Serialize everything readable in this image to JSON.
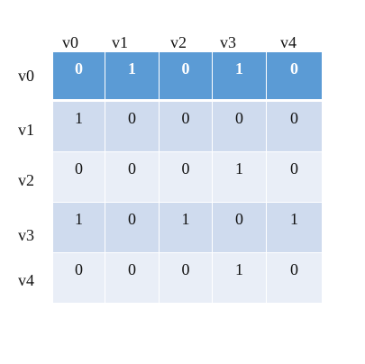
{
  "columns": [
    "v0",
    "v1",
    "v2",
    "v3",
    "v4"
  ],
  "rows": [
    "v0",
    "v1",
    "v2",
    "v3",
    "v4"
  ],
  "matrix": [
    [
      "0",
      "1",
      "0",
      "1",
      "0"
    ],
    [
      "1",
      "0",
      "0",
      "0",
      "0"
    ],
    [
      "0",
      "0",
      "0",
      "1",
      "0"
    ],
    [
      "1",
      "0",
      "1",
      "0",
      "1"
    ],
    [
      "0",
      "0",
      "0",
      "1",
      "0"
    ]
  ],
  "colors": {
    "header_row": "#5b9bd5",
    "band_dark": "#cfdbee",
    "band_light": "#e9eef7"
  }
}
